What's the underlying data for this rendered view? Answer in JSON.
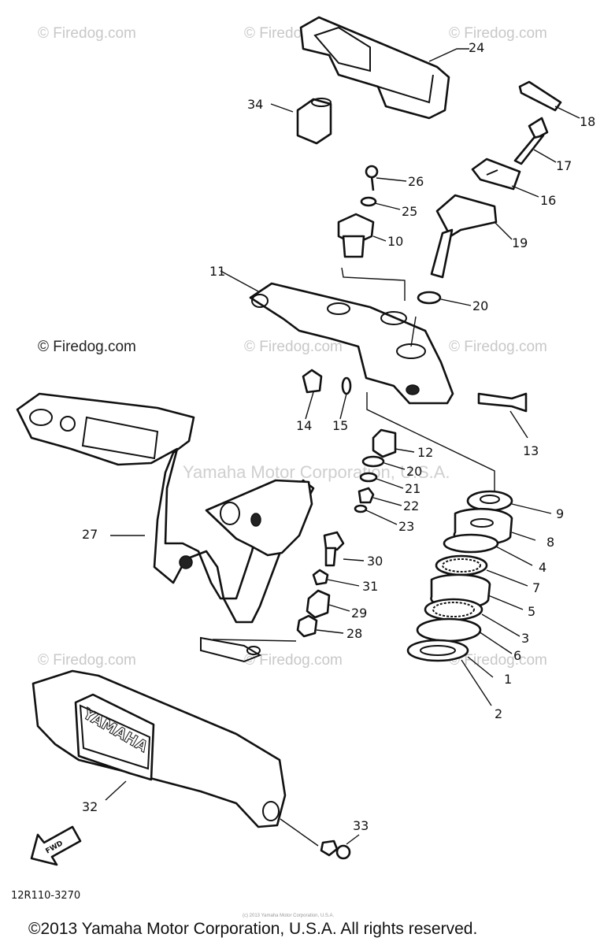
{
  "watermark": {
    "text": "© Firedog.com",
    "center_text": "Yamaha Motor Corporation, U.S.A."
  },
  "diagram_code": "12R110-3270",
  "tiny_credit": "(c) 2013 Yamaha Motor Corporation, U.S.A.",
  "copyright": "©2013 Yamaha Motor Corporation, U.S.A. All rights reserved.",
  "fwd_label": "FWD",
  "emblem_text": "YAMAHA",
  "callouts": {
    "p1": "1",
    "p2": "2",
    "p3": "3",
    "p4": "4",
    "p5": "5",
    "p6": "6",
    "p7": "7",
    "p8": "8",
    "p9": "9",
    "p10": "10",
    "p11": "11",
    "p12": "12",
    "p13": "13",
    "p14": "14",
    "p15": "15",
    "p16": "16",
    "p17": "17",
    "p18": "18",
    "p19": "19",
    "p20a": "20",
    "p20b": "20",
    "p21": "21",
    "p22": "22",
    "p23": "23",
    "p24": "24",
    "p25": "25",
    "p26": "26",
    "p27": "27",
    "p28": "28",
    "p29": "29",
    "p30": "30",
    "p31": "31",
    "p32": "32",
    "p33": "33",
    "p34": "34"
  }
}
